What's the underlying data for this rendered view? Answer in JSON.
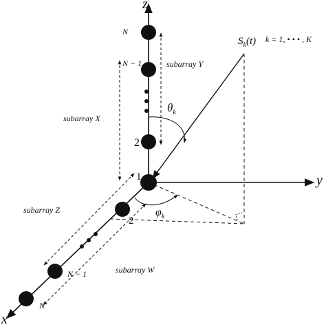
{
  "axes": {
    "z": "z",
    "y": "y",
    "x": "x"
  },
  "source": {
    "name": "S",
    "sub": "k",
    "arg": "(t)",
    "range": "k = 1, • • • , K"
  },
  "angles": {
    "theta": "θ",
    "theta_sub": "k",
    "phi": "φ",
    "phi_sub": "k"
  },
  "z_elements": {
    "top": "N",
    "second": "N − 1",
    "lower": "2",
    "origin": "1"
  },
  "x_elements": {
    "second": "2",
    "near_end": "N − 1",
    "end": "N"
  },
  "subarrays": {
    "x_label": "subarray X",
    "y_label": "subarray Y",
    "z_label": "subarray Z",
    "w_label": "subarray W"
  },
  "colors": {
    "ink": "#111111",
    "element": "#111111"
  }
}
